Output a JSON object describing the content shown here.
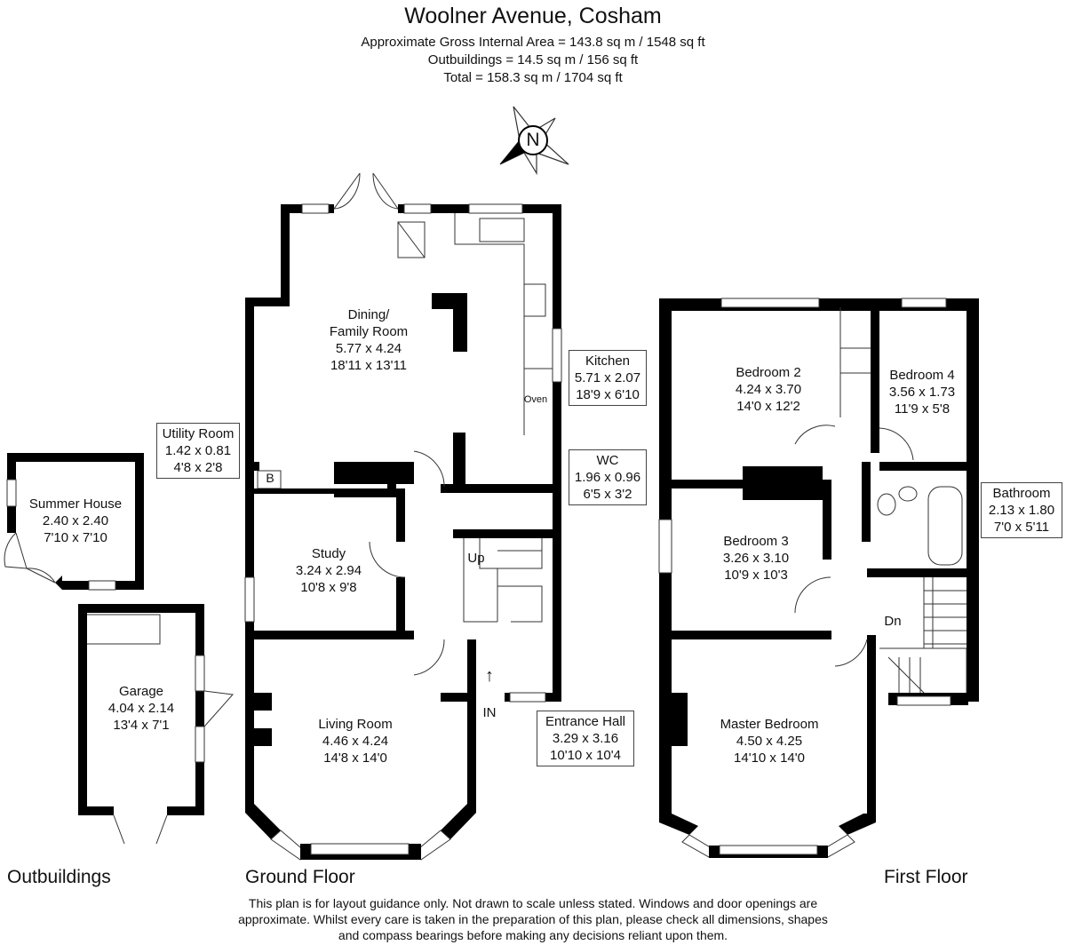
{
  "header": {
    "title": "Woolner Avenue, Cosham",
    "area_lines": [
      "Approximate Gross Internal Area = 143.8 sq m / 1548 sq ft",
      "Outbuildings = 14.5 sq m / 156 sq ft",
      "Total = 158.3 sq m / 1704 sq ft"
    ]
  },
  "compass": {
    "label": "N",
    "icon": "compass-icon"
  },
  "floors": {
    "outbuildings": "Outbuildings",
    "ground": "Ground Floor",
    "first": "First Floor"
  },
  "rooms": {
    "dining": {
      "name_1": "Dining/",
      "name_2": "Family Room",
      "metric": "5.77 x 4.24",
      "imperial": "18'11 x 13'11"
    },
    "kitchen": {
      "name": "Kitchen",
      "metric": "5.71 x 2.07",
      "imperial": "18'9 x 6'10"
    },
    "utility": {
      "name": "Utility Room",
      "metric": "1.42 x 0.81",
      "imperial": "4'8 x 2'8"
    },
    "wc": {
      "name": "WC",
      "metric": "1.96 x 0.96",
      "imperial": "6'5 x 3'2"
    },
    "study": {
      "name": "Study",
      "metric": "3.24 x 2.94",
      "imperial": "10'8 x 9'8"
    },
    "living": {
      "name": "Living Room",
      "metric": "4.46 x 4.24",
      "imperial": "14'8 x 14'0"
    },
    "entrance": {
      "name": "Entrance Hall",
      "metric": "3.29 x 3.16",
      "imperial": "10'10 x 10'4"
    },
    "summer_house": {
      "name": "Summer House",
      "metric": "2.40 x 2.40",
      "imperial": "7'10 x 7'10"
    },
    "garage": {
      "name": "Garage",
      "metric": "4.04 x 2.14",
      "imperial": "13'4 x 7'1"
    },
    "bedroom2": {
      "name": "Bedroom 2",
      "metric": "4.24 x 3.70",
      "imperial": "14'0 x 12'2"
    },
    "bedroom4": {
      "name": "Bedroom 4",
      "metric": "3.56 x 1.73",
      "imperial": "11'9 x 5'8"
    },
    "bathroom": {
      "name": "Bathroom",
      "metric": "2.13 x 1.80",
      "imperial": "7'0 x 5'11"
    },
    "bedroom3": {
      "name": "Bedroom 3",
      "metric": "3.26 x 3.10",
      "imperial": "10'9 x 10'3"
    },
    "master": {
      "name": "Master Bedroom",
      "metric": "4.50 x 4.25",
      "imperial": "14'10 x 14'0"
    }
  },
  "labels": {
    "oven": "Oven",
    "boiler": "B",
    "up": "Up",
    "dn": "Dn",
    "in": "IN"
  },
  "disclaimer": "This plan is for layout guidance only. Not drawn to scale unless stated. Windows and door openings are approximate. Whilst every care is taken in the preparation of this plan, please check all dimensions, shapes and compass bearings before making any decisions reliant upon them."
}
